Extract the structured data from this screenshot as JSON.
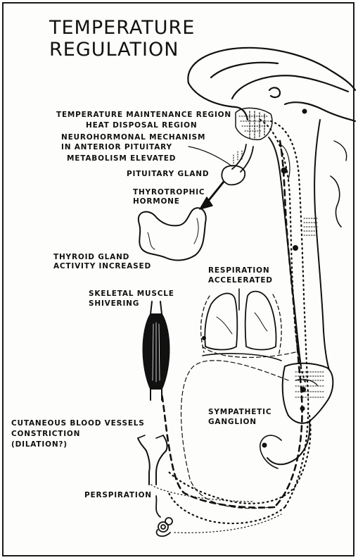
{
  "title": "TEMPERATURE REGULATION",
  "labels": {
    "temp_maintenance": "TEMPERATURE MAINTENANCE REGION",
    "heat_disposal": "HEAT DISPOSAL REGION",
    "neurohormonal_1": "NEUROHORMONAL MECHANISM",
    "neurohormonal_2": "IN ANTERIOR PITUITARY",
    "metabolism": "METABOLISM ELEVATED",
    "pituitary": "PITUITARY GLAND",
    "thyrotrophic_1": "THYROTROPHIC",
    "thyrotrophic_2": "HORMONE",
    "thyroid_1": "THYROID GLAND",
    "thyroid_2": "ACTIVITY INCREASED",
    "respiration_1": "RESPIRATION",
    "respiration_2": "ACCELERATED",
    "skeletal_1": "SKELETAL MUSCLE",
    "skeletal_2": "SHIVERING",
    "cutaneous_1": "CUTANEOUS BLOOD VESSELS",
    "cutaneous_2": "CONSTRICTION",
    "cutaneous_3": "(DILATION?)",
    "sympathetic_1": "SYMPATHETIC",
    "sympathetic_2": "GANGLION",
    "perspiration": "PERSPIRATION"
  }
}
